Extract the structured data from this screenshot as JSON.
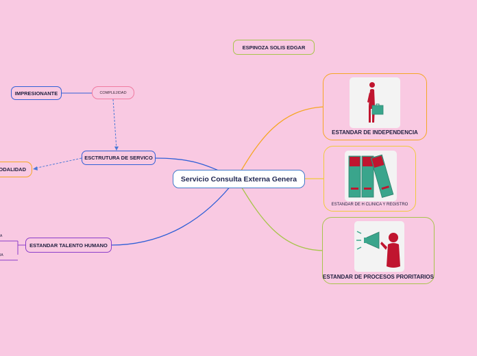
{
  "author_tag": "ESPINOZA SOLIS EDGAR",
  "central_topic": "Servicio Consulta Externa Genera",
  "nodes": {
    "estructura": "ESCTRUTURA DE SERVICO",
    "impresionante": "IMPRESIONANTE",
    "complejidad": "COMPLEJIDAD",
    "modalidad": "ODALIDAD",
    "talento": "ESTANDAR TALENTO HUMANO",
    "talento_sub1": "A",
    "talento_sub2": "IA"
  },
  "cards": {
    "independencia": "ESTANDAR DE INDEPENDENCIA",
    "historia_clinica": "ESTANDAR DE H CLINICA Y REGISTRO",
    "procesos": "ESTANDAR DE PROCESOS PRORITARIOS"
  },
  "colors": {
    "background": "#f9c9e2",
    "central_border": "#3e78c9",
    "blue_branch": "#2f5fd6",
    "orange_branch": "#f5a623",
    "yellow_branch": "#f0c93a",
    "green_branch": "#a7c44a",
    "purple_branch": "#8a3dc9",
    "pink_border": "#f07aa0",
    "crimson": "#c0152f",
    "teal": "#3aa58c"
  },
  "icons": [
    "person-with-briefcase-icon",
    "binders-icon",
    "megaphone-speaker-icon"
  ]
}
